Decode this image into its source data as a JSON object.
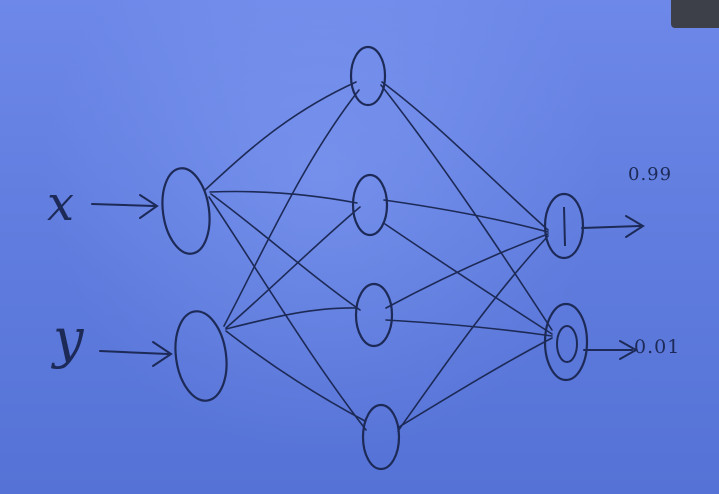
{
  "inputs": [
    {
      "label": "x"
    },
    {
      "label": "y"
    }
  ],
  "layers": {
    "input_count": 2,
    "hidden_count": 4,
    "output_count": 2
  },
  "outputs": [
    {
      "node_mark": "1",
      "value": "0.99"
    },
    {
      "node_mark": "0",
      "value": "0.01"
    }
  ],
  "colors": {
    "board": "#5f7cdf",
    "ink": "#1d2a57"
  }
}
